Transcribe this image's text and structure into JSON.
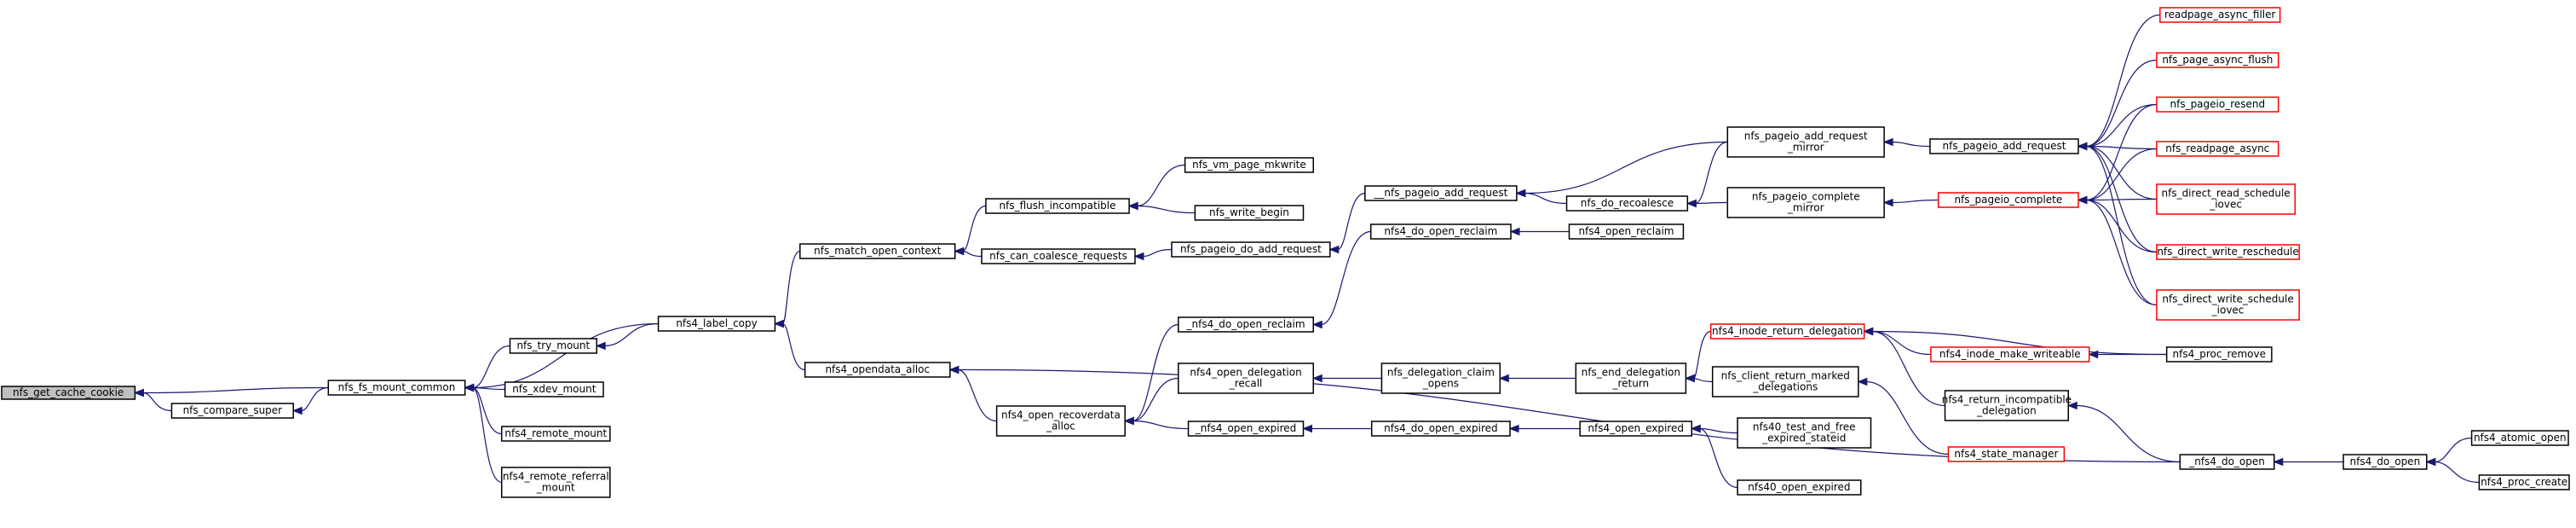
{
  "theme": {
    "node_fill": "#ffffff",
    "node_border": "#000000",
    "root_fill": "#bfbfbf",
    "truncated_border": "#ff0000",
    "edge_color": "#191970"
  },
  "nodes": [
    {
      "id": "n0",
      "lines": [
        "nfs_get_cache_cookie"
      ],
      "kind": "root"
    },
    {
      "id": "n1",
      "lines": [
        "nfs_compare_super"
      ],
      "kind": "normal"
    },
    {
      "id": "n2",
      "lines": [
        "nfs_fs_mount_common"
      ],
      "kind": "normal"
    },
    {
      "id": "n3",
      "lines": [
        "nfs_try_mount"
      ],
      "kind": "normal"
    },
    {
      "id": "n4",
      "lines": [
        "nfs_xdev_mount"
      ],
      "kind": "normal"
    },
    {
      "id": "n5",
      "lines": [
        "nfs4_remote_mount"
      ],
      "kind": "normal"
    },
    {
      "id": "n6",
      "lines": [
        "nfs4_remote_referral",
        "_mount"
      ],
      "kind": "normal"
    },
    {
      "id": "n7",
      "lines": [
        "nfs4_label_copy"
      ],
      "kind": "normal"
    },
    {
      "id": "n8",
      "lines": [
        "nfs_match_open_context"
      ],
      "kind": "normal"
    },
    {
      "id": "n9",
      "lines": [
        "nfs4_opendata_alloc"
      ],
      "kind": "normal"
    },
    {
      "id": "n10",
      "lines": [
        "nfs_flush_incompatible"
      ],
      "kind": "normal"
    },
    {
      "id": "n11",
      "lines": [
        "nfs_can_coalesce_requests"
      ],
      "kind": "normal"
    },
    {
      "id": "n12",
      "lines": [
        "nfs4_open_recoverdata",
        "_alloc"
      ],
      "kind": "normal"
    },
    {
      "id": "n13",
      "lines": [
        "nfs_vm_page_mkwrite"
      ],
      "kind": "normal"
    },
    {
      "id": "n14",
      "lines": [
        "nfs_write_begin"
      ],
      "kind": "normal"
    },
    {
      "id": "n15",
      "lines": [
        "nfs_pageio_do_add_request"
      ],
      "kind": "normal"
    },
    {
      "id": "n16",
      "lines": [
        "_nfs4_do_open_reclaim"
      ],
      "kind": "normal"
    },
    {
      "id": "n17",
      "lines": [
        "nfs4_open_delegation",
        "_recall"
      ],
      "kind": "normal"
    },
    {
      "id": "n18",
      "lines": [
        "_nfs4_open_expired"
      ],
      "kind": "normal"
    },
    {
      "id": "n19",
      "lines": [
        "__nfs_pageio_add_request"
      ],
      "kind": "normal"
    },
    {
      "id": "n20",
      "lines": [
        "nfs4_do_open_reclaim"
      ],
      "kind": "normal"
    },
    {
      "id": "n21",
      "lines": [
        "nfs_delegation_claim",
        "_opens"
      ],
      "kind": "normal"
    },
    {
      "id": "n22",
      "lines": [
        "nfs4_do_open_expired"
      ],
      "kind": "normal"
    },
    {
      "id": "n23",
      "lines": [
        "nfs_do_recoalesce"
      ],
      "kind": "normal"
    },
    {
      "id": "n24",
      "lines": [
        "nfs4_open_reclaim"
      ],
      "kind": "normal"
    },
    {
      "id": "n25",
      "lines": [
        "nfs_end_delegation",
        "_return"
      ],
      "kind": "normal"
    },
    {
      "id": "n26",
      "lines": [
        "nfs4_open_expired"
      ],
      "kind": "normal"
    },
    {
      "id": "n27",
      "lines": [
        "nfs_pageio_add_request",
        "_mirror"
      ],
      "kind": "normal"
    },
    {
      "id": "n28",
      "lines": [
        "nfs_pageio_complete",
        "_mirror"
      ],
      "kind": "normal"
    },
    {
      "id": "n29",
      "lines": [
        "nfs4_inode_return_delegation"
      ],
      "kind": "truncated"
    },
    {
      "id": "n30",
      "lines": [
        "nfs_client_return_marked",
        "_delegations"
      ],
      "kind": "normal"
    },
    {
      "id": "n31",
      "lines": [
        "nfs40_test_and_free",
        "_expired_stateid"
      ],
      "kind": "normal"
    },
    {
      "id": "n32",
      "lines": [
        "nfs40_open_expired"
      ],
      "kind": "normal"
    },
    {
      "id": "n33",
      "lines": [
        "nfs_pageio_add_request"
      ],
      "kind": "normal"
    },
    {
      "id": "n34",
      "lines": [
        "nfs_pageio_complete"
      ],
      "kind": "truncated"
    },
    {
      "id": "n35",
      "lines": [
        "nfs4_inode_make_writeable"
      ],
      "kind": "truncated"
    },
    {
      "id": "n36",
      "lines": [
        "nfs4_return_incompatible",
        "_delegation"
      ],
      "kind": "normal"
    },
    {
      "id": "n37",
      "lines": [
        "nfs4_state_manager"
      ],
      "kind": "truncated"
    },
    {
      "id": "n38",
      "lines": [
        "readpage_async_filler"
      ],
      "kind": "truncated"
    },
    {
      "id": "n39",
      "lines": [
        "nfs_page_async_flush"
      ],
      "kind": "truncated"
    },
    {
      "id": "n40",
      "lines": [
        "nfs_pageio_resend"
      ],
      "kind": "truncated"
    },
    {
      "id": "n41",
      "lines": [
        "nfs_readpage_async"
      ],
      "kind": "truncated"
    },
    {
      "id": "n42",
      "lines": [
        "nfs_direct_read_schedule",
        "_iovec"
      ],
      "kind": "truncated"
    },
    {
      "id": "n43",
      "lines": [
        "nfs_direct_write_reschedule"
      ],
      "kind": "truncated"
    },
    {
      "id": "n44",
      "lines": [
        "nfs_direct_write_schedule",
        "_iovec"
      ],
      "kind": "truncated"
    },
    {
      "id": "n45",
      "lines": [
        "nfs4_proc_remove"
      ],
      "kind": "normal"
    },
    {
      "id": "n46",
      "lines": [
        "_nfs4_do_open"
      ],
      "kind": "normal"
    },
    {
      "id": "n47",
      "lines": [
        "nfs4_do_open"
      ],
      "kind": "normal"
    },
    {
      "id": "n48",
      "lines": [
        "nfs4_atomic_open"
      ],
      "kind": "normal"
    },
    {
      "id": "n49",
      "lines": [
        "nfs4_proc_create"
      ],
      "kind": "normal"
    }
  ],
  "edges": [
    [
      "n0",
      "n1"
    ],
    [
      "n0",
      "n2"
    ],
    [
      "n1",
      "n2"
    ],
    [
      "n2",
      "n3"
    ],
    [
      "n2",
      "n4"
    ],
    [
      "n2",
      "n5"
    ],
    [
      "n2",
      "n6"
    ],
    [
      "n2",
      "n7"
    ],
    [
      "n3",
      "n7"
    ],
    [
      "n7",
      "n8"
    ],
    [
      "n7",
      "n9"
    ],
    [
      "n8",
      "n10"
    ],
    [
      "n8",
      "n11"
    ],
    [
      "n9",
      "n12"
    ],
    [
      "n9",
      "n46"
    ],
    [
      "n10",
      "n13"
    ],
    [
      "n10",
      "n14"
    ],
    [
      "n11",
      "n15"
    ],
    [
      "n12",
      "n16"
    ],
    [
      "n12",
      "n17"
    ],
    [
      "n12",
      "n18"
    ],
    [
      "n15",
      "n19"
    ],
    [
      "n16",
      "n20"
    ],
    [
      "n17",
      "n21"
    ],
    [
      "n18",
      "n22"
    ],
    [
      "n19",
      "n23"
    ],
    [
      "n19",
      "n27"
    ],
    [
      "n20",
      "n24"
    ],
    [
      "n21",
      "n25"
    ],
    [
      "n22",
      "n26"
    ],
    [
      "n23",
      "n27"
    ],
    [
      "n23",
      "n28"
    ],
    [
      "n25",
      "n29"
    ],
    [
      "n25",
      "n30"
    ],
    [
      "n26",
      "n31"
    ],
    [
      "n26",
      "n32"
    ],
    [
      "n27",
      "n33"
    ],
    [
      "n28",
      "n34"
    ],
    [
      "n29",
      "n35"
    ],
    [
      "n29",
      "n36"
    ],
    [
      "n29",
      "n45"
    ],
    [
      "n30",
      "n37"
    ],
    [
      "n33",
      "n38"
    ],
    [
      "n33",
      "n39"
    ],
    [
      "n33",
      "n40"
    ],
    [
      "n33",
      "n41"
    ],
    [
      "n33",
      "n42"
    ],
    [
      "n33",
      "n43"
    ],
    [
      "n33",
      "n44"
    ],
    [
      "n34",
      "n40"
    ],
    [
      "n34",
      "n41"
    ],
    [
      "n34",
      "n42"
    ],
    [
      "n34",
      "n43"
    ],
    [
      "n34",
      "n44"
    ],
    [
      "n35",
      "n45"
    ],
    [
      "n36",
      "n46"
    ],
    [
      "n46",
      "n47"
    ],
    [
      "n47",
      "n48"
    ],
    [
      "n47",
      "n49"
    ]
  ]
}
